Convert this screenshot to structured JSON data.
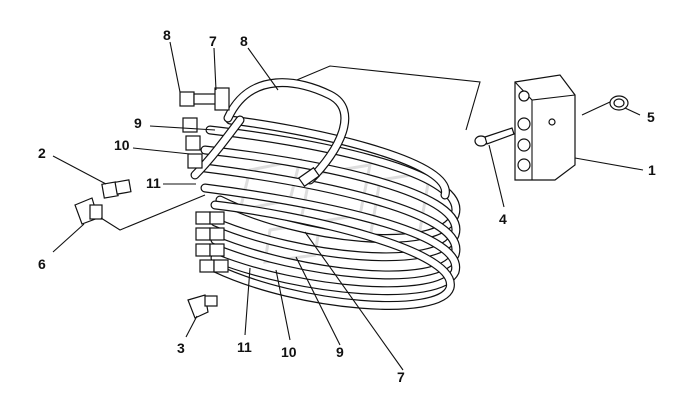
{
  "diagram": {
    "callouts": [
      {
        "id": "c8a",
        "text": "8"
      },
      {
        "id": "c7a",
        "text": "7"
      },
      {
        "id": "c8b",
        "text": "8"
      },
      {
        "id": "c9a",
        "text": "9"
      },
      {
        "id": "c10a",
        "text": "10"
      },
      {
        "id": "c2",
        "text": "2"
      },
      {
        "id": "c11a",
        "text": "11"
      },
      {
        "id": "c6",
        "text": "6"
      },
      {
        "id": "c5",
        "text": "5"
      },
      {
        "id": "c1",
        "text": "1"
      },
      {
        "id": "c4",
        "text": "4"
      },
      {
        "id": "c3",
        "text": "3"
      },
      {
        "id": "c11b",
        "text": "11"
      },
      {
        "id": "c10b",
        "text": "10"
      },
      {
        "id": "c9b",
        "text": "9"
      },
      {
        "id": "c7b",
        "text": "7"
      }
    ]
  }
}
